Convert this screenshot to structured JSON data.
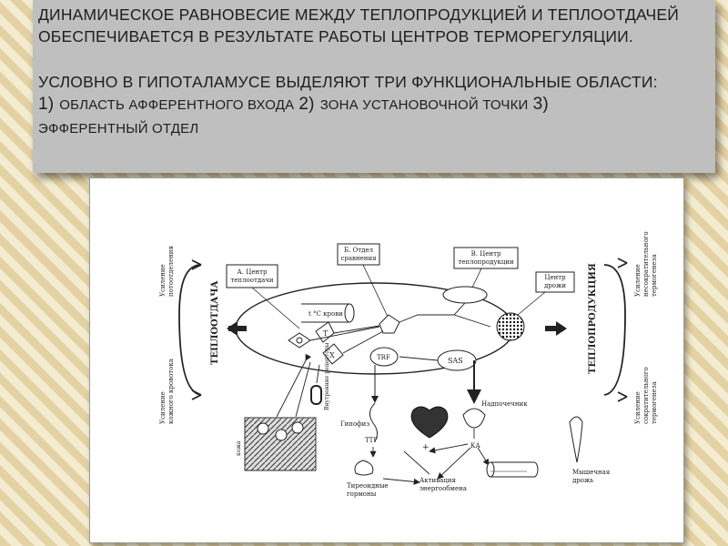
{
  "header": {
    "paragraph1": "ДИНАМИЧЕСКОЕ РАВНОВЕСИЕ МЕЖДУ ТЕПЛОПРОДУКЦИЕЙ И ТЕПЛООТДАЧЕЙ ОБЕСПЕЧИВАЕТСЯ В РЕЗУЛЬТАТЕ РАБОТЫ ЦЕНТРОВ ТЕРМОРЕГУЛЯЦИИ.",
    "paragraph2": "УСЛОВНО В ГИПОТАЛАМУСЕ ВЫДЕЛЯЮТ ТРИ ФУНКЦИОНАЛЬНЫЕ ОБЛАСТИ:",
    "item1_num": "1)",
    "item1_text": "ОБЛАСТЬ АФФЕРЕНТНОГО ВХОДА",
    "item2_num": "2)",
    "item2_text": "ЗОНА УСТАНОВОЧНОЙ ТОЧКИ",
    "item3_num": "3)",
    "item3_text": "ЭФФЕРЕНТНЫЙ ОТДЕЛ"
  },
  "diagram": {
    "box_a": [
      "А. Центр",
      "теплоотдачи"
    ],
    "box_b": [
      "Б. Отдел",
      "сравнения"
    ],
    "box_v": [
      "В. Центр",
      "теплопродукции"
    ],
    "box_drozh": [
      "Центр",
      "дрожи"
    ],
    "t_krovi": "t °C крови",
    "neuron_t": "T",
    "neuron_x": "X",
    "trg": "TRF",
    "sas": "SAS",
    "left_vertical": "ТЕПЛООТДАЧА",
    "right_vertical": "ТЕПЛОПРОДУКЦИЯ",
    "left_top": [
      "Усиление",
      "потоотделения"
    ],
    "left_bottom": [
      "Усиление",
      "кожного кровотока"
    ],
    "right_top": [
      "Усиление",
      "несократительного",
      "термогенеза"
    ],
    "right_bottom": [
      "Усиление",
      "сократительного",
      "термогенеза"
    ],
    "vnutr": "Внутренние рецепторы",
    "kozha": "кожа",
    "gipofiz": "Гипофиз",
    "ttg": "ТТГ",
    "nadpochechnik": "Надпочечник",
    "ka": "КА",
    "tireoidnye": [
      "Тиреоидные",
      "гормоны"
    ],
    "aktivatsiya": [
      "Активация",
      "энергообмена"
    ],
    "myshechnaya": [
      "Мышечная",
      "дрожь"
    ],
    "plus": "+"
  }
}
